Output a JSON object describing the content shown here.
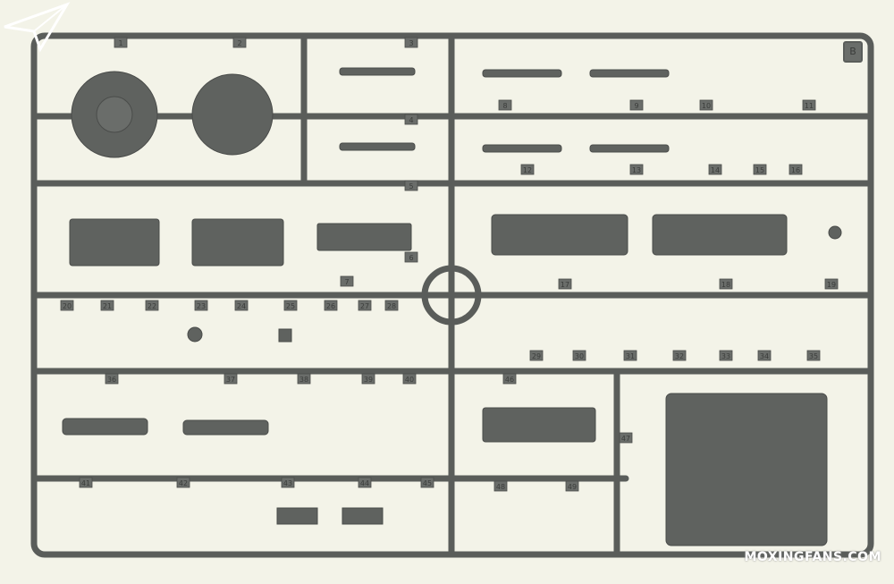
{
  "sprue": {
    "letter": "B",
    "part_numbers": [
      "1",
      "2",
      "3",
      "4",
      "5",
      "6",
      "7",
      "8",
      "9",
      "10",
      "11",
      "12",
      "13",
      "14",
      "15",
      "16",
      "17",
      "18",
      "19",
      "20",
      "21",
      "22",
      "23",
      "24",
      "25",
      "26",
      "27",
      "28",
      "29",
      "30",
      "31",
      "32",
      "33",
      "34",
      "35",
      "36",
      "37",
      "38",
      "39",
      "40",
      "41",
      "42",
      "43",
      "44",
      "45",
      "46",
      "47",
      "48",
      "49"
    ]
  },
  "watermark": {
    "text": "MOXINGFANS.COM"
  },
  "colors": {
    "background": "#f3f3e8",
    "plastic": "#5f625f",
    "watermark": "#ffffff"
  }
}
